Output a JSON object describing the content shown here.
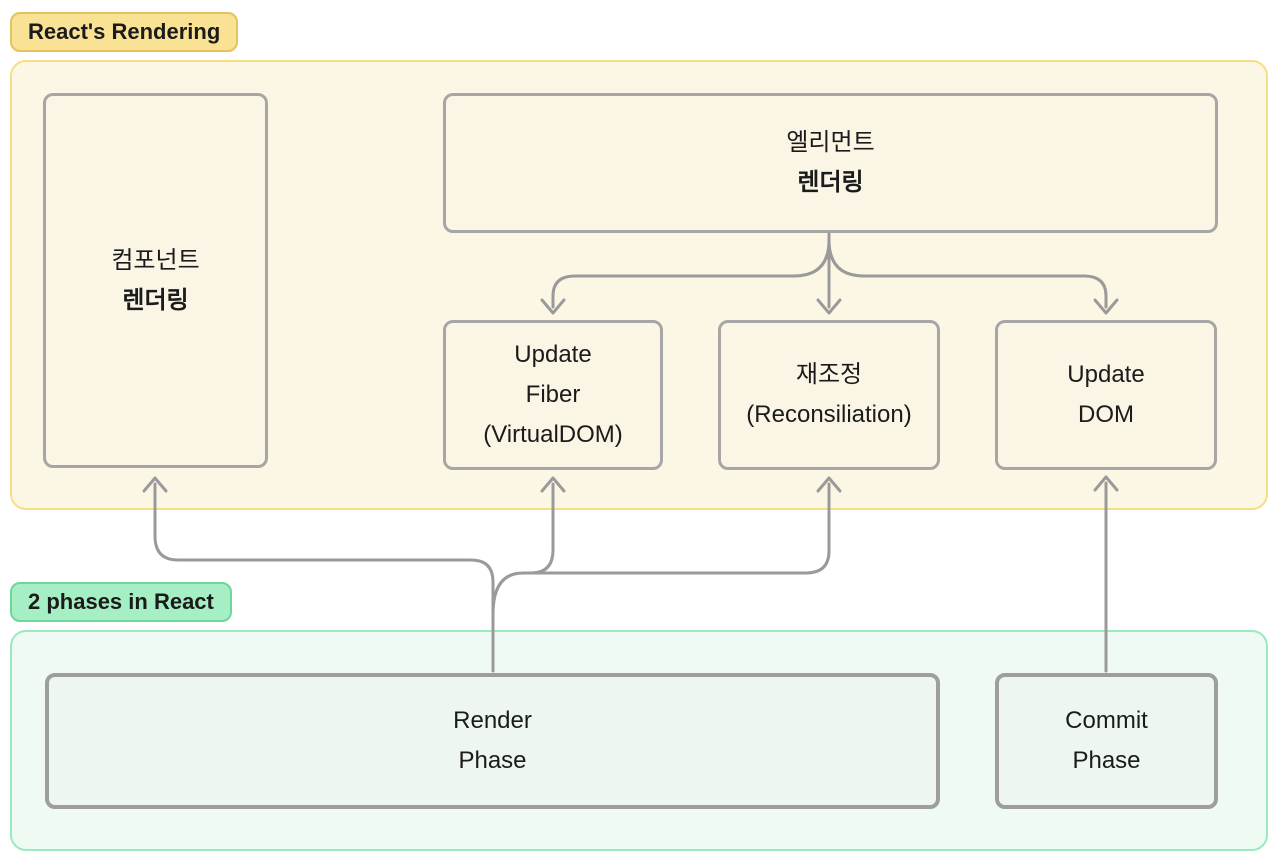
{
  "colors": {
    "yellow_badge_bg": "#FAE294",
    "yellow_badge_border": "#E3C35E",
    "yellow_panel_bg": "#FCF7E5",
    "yellow_panel_border": "#F7DE85",
    "cream_box_bg": "#FAF5E4",
    "green_badge_bg": "#A6EEC3",
    "green_badge_border": "#6FD69A",
    "green_panel_bg": "#EFFAF3",
    "green_panel_border": "#9BE9BE",
    "green_box_bg": "#EDF6EF",
    "box_border_gray": "#A6A6A6",
    "arrow_gray": "#9A9A9A",
    "text": "#1B1B1B"
  },
  "sections": {
    "rendering": {
      "badge_label": "React's Rendering"
    },
    "phases": {
      "badge_label": "2 phases in React"
    }
  },
  "boxes": {
    "component": {
      "line1": "컴포넌트",
      "line2": "렌더링"
    },
    "element": {
      "line1": "엘리먼트",
      "line2": "렌더링"
    },
    "update_fiber": {
      "lines": [
        "Update",
        "Fiber",
        "(VirtualDOM)"
      ]
    },
    "reconciliation": {
      "lines": [
        "재조정",
        "(Reconsiliation)"
      ]
    },
    "update_dom": {
      "lines": [
        "Update",
        "DOM"
      ]
    },
    "render_phase": {
      "lines": [
        "Render",
        "Phase"
      ]
    },
    "commit_phase": {
      "lines": [
        "Commit",
        "Phase"
      ]
    }
  }
}
